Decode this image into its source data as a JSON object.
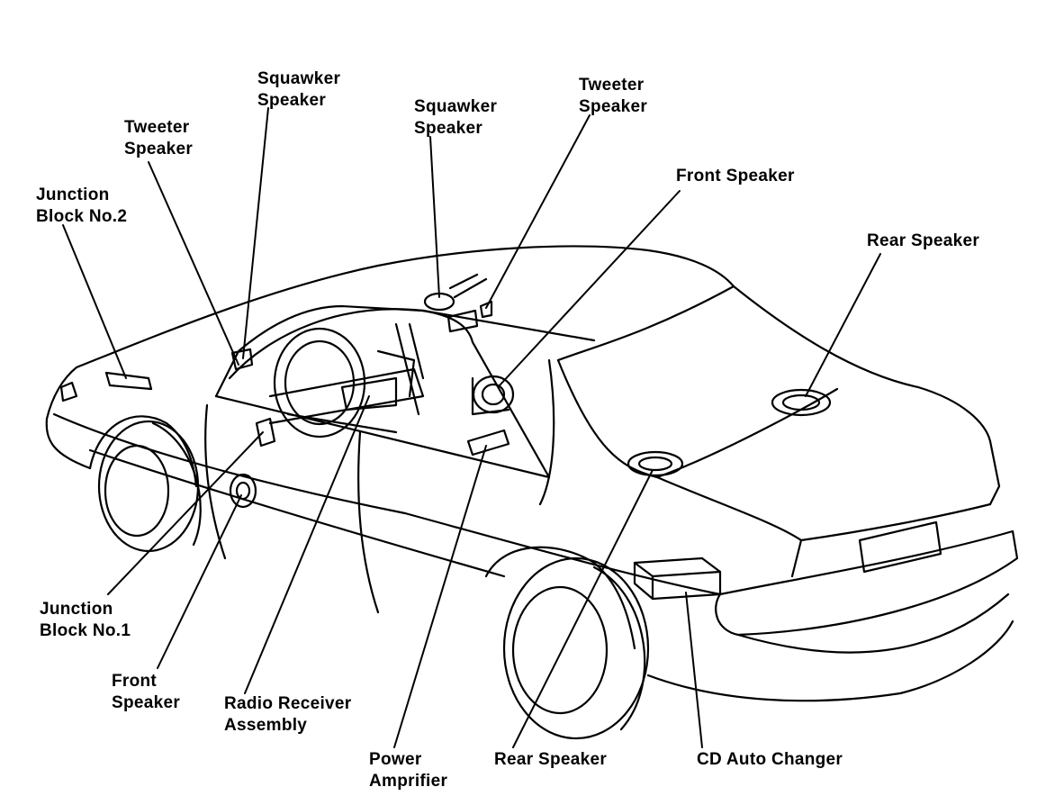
{
  "labels": {
    "squawker_left": [
      "Squawker",
      "Speaker"
    ],
    "tweeter_left": [
      "Tweeter",
      "Speaker"
    ],
    "junction_block_2": [
      "Junction",
      "Block No.2"
    ],
    "squawker_right": [
      "Squawker",
      "Speaker"
    ],
    "tweeter_right": [
      "Tweeter",
      "Speaker"
    ],
    "front_speaker_top": [
      "Front Speaker"
    ],
    "rear_speaker_top": [
      "Rear Speaker"
    ],
    "junction_block_1": [
      "Junction",
      "Block No.1"
    ],
    "front_speaker_bottom": [
      "Front",
      "Speaker"
    ],
    "radio_receiver": [
      "Radio Receiver",
      "Assembly"
    ],
    "power_amplifier": [
      "Power",
      "Amprifier"
    ],
    "rear_speaker_bottom": [
      "Rear Speaker"
    ],
    "cd_auto_changer": [
      "CD Auto Changer"
    ]
  },
  "colors": {
    "ink": "#000000",
    "paper": "#ffffff"
  }
}
